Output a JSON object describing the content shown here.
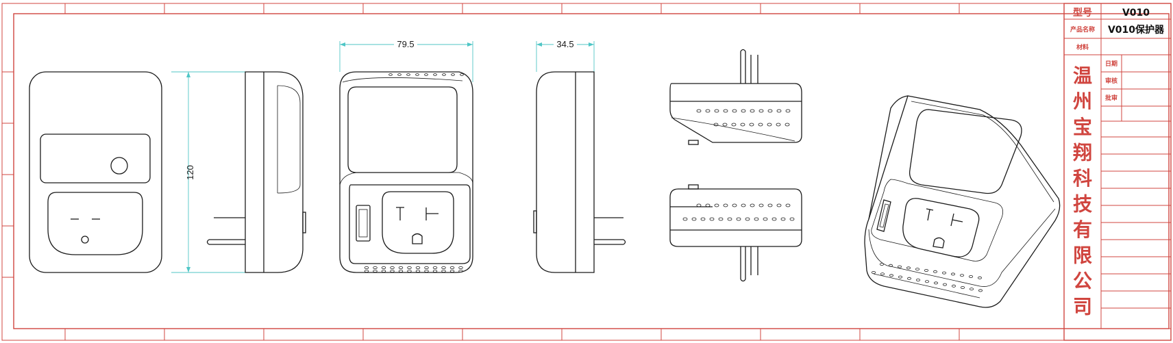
{
  "drawing": {
    "dims": {
      "height": "120",
      "front_width": "79.5",
      "side_depth": "34.5"
    },
    "title_block": {
      "model_label": "型号",
      "model_value": "V010",
      "product_name_label": "产品名称",
      "product_name_value": "V010保护器",
      "material_label": "材料",
      "date_label": "日期",
      "review_label": "审核",
      "approve_label": "批审",
      "company_chars": [
        "温",
        "州",
        "宝",
        "翔",
        "科",
        "技",
        "有",
        "限",
        "公",
        "司"
      ]
    },
    "colors": {
      "frame": "#d0453f",
      "line": "#1a1a1a",
      "dimension": "#4fc6c6"
    }
  }
}
